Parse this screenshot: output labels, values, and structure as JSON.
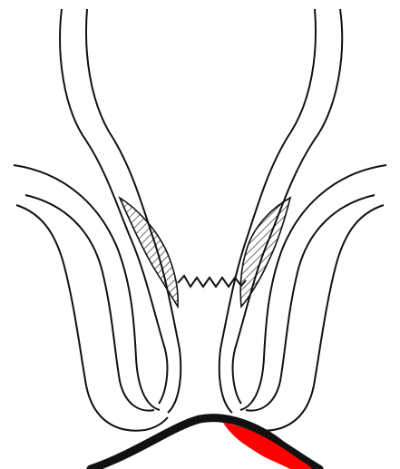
{
  "diagram": {
    "structures": [
      "left-inner-wall",
      "right-inner-wall",
      "left-outer-fold",
      "right-outer-fold",
      "left-hatched-region",
      "right-hatched-region",
      "wavy-line",
      "base-curve",
      "highlight-region"
    ]
  },
  "colors": {
    "background": "#ffffff",
    "line": "#111111",
    "highlight": "#ff0000"
  }
}
